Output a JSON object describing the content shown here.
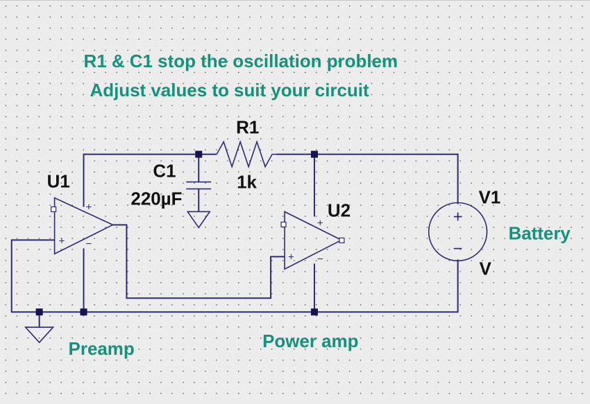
{
  "notes": {
    "line1": "R1 & C1 stop the oscillation problem",
    "line2": "Adjust values to suit your circuit",
    "preamp": "Preamp",
    "power_amp": "Power amp",
    "battery": "Battery"
  },
  "components": {
    "u1": {
      "name": "U1",
      "plus": "+",
      "minus": "−"
    },
    "u2": {
      "name": "U2",
      "plus": "+",
      "minus": "−"
    },
    "c1": {
      "name": "C1",
      "value": "220µF"
    },
    "r1": {
      "name": "R1",
      "value": "1k"
    },
    "v1": {
      "name": "V1",
      "value": "V",
      "plus": "+",
      "minus": "−"
    }
  },
  "colors": {
    "wire": "#2a2a78",
    "note_text": "#16917a",
    "label_text": "#111111",
    "grid_dot": "#3a3a3a",
    "background": "#ececec"
  }
}
